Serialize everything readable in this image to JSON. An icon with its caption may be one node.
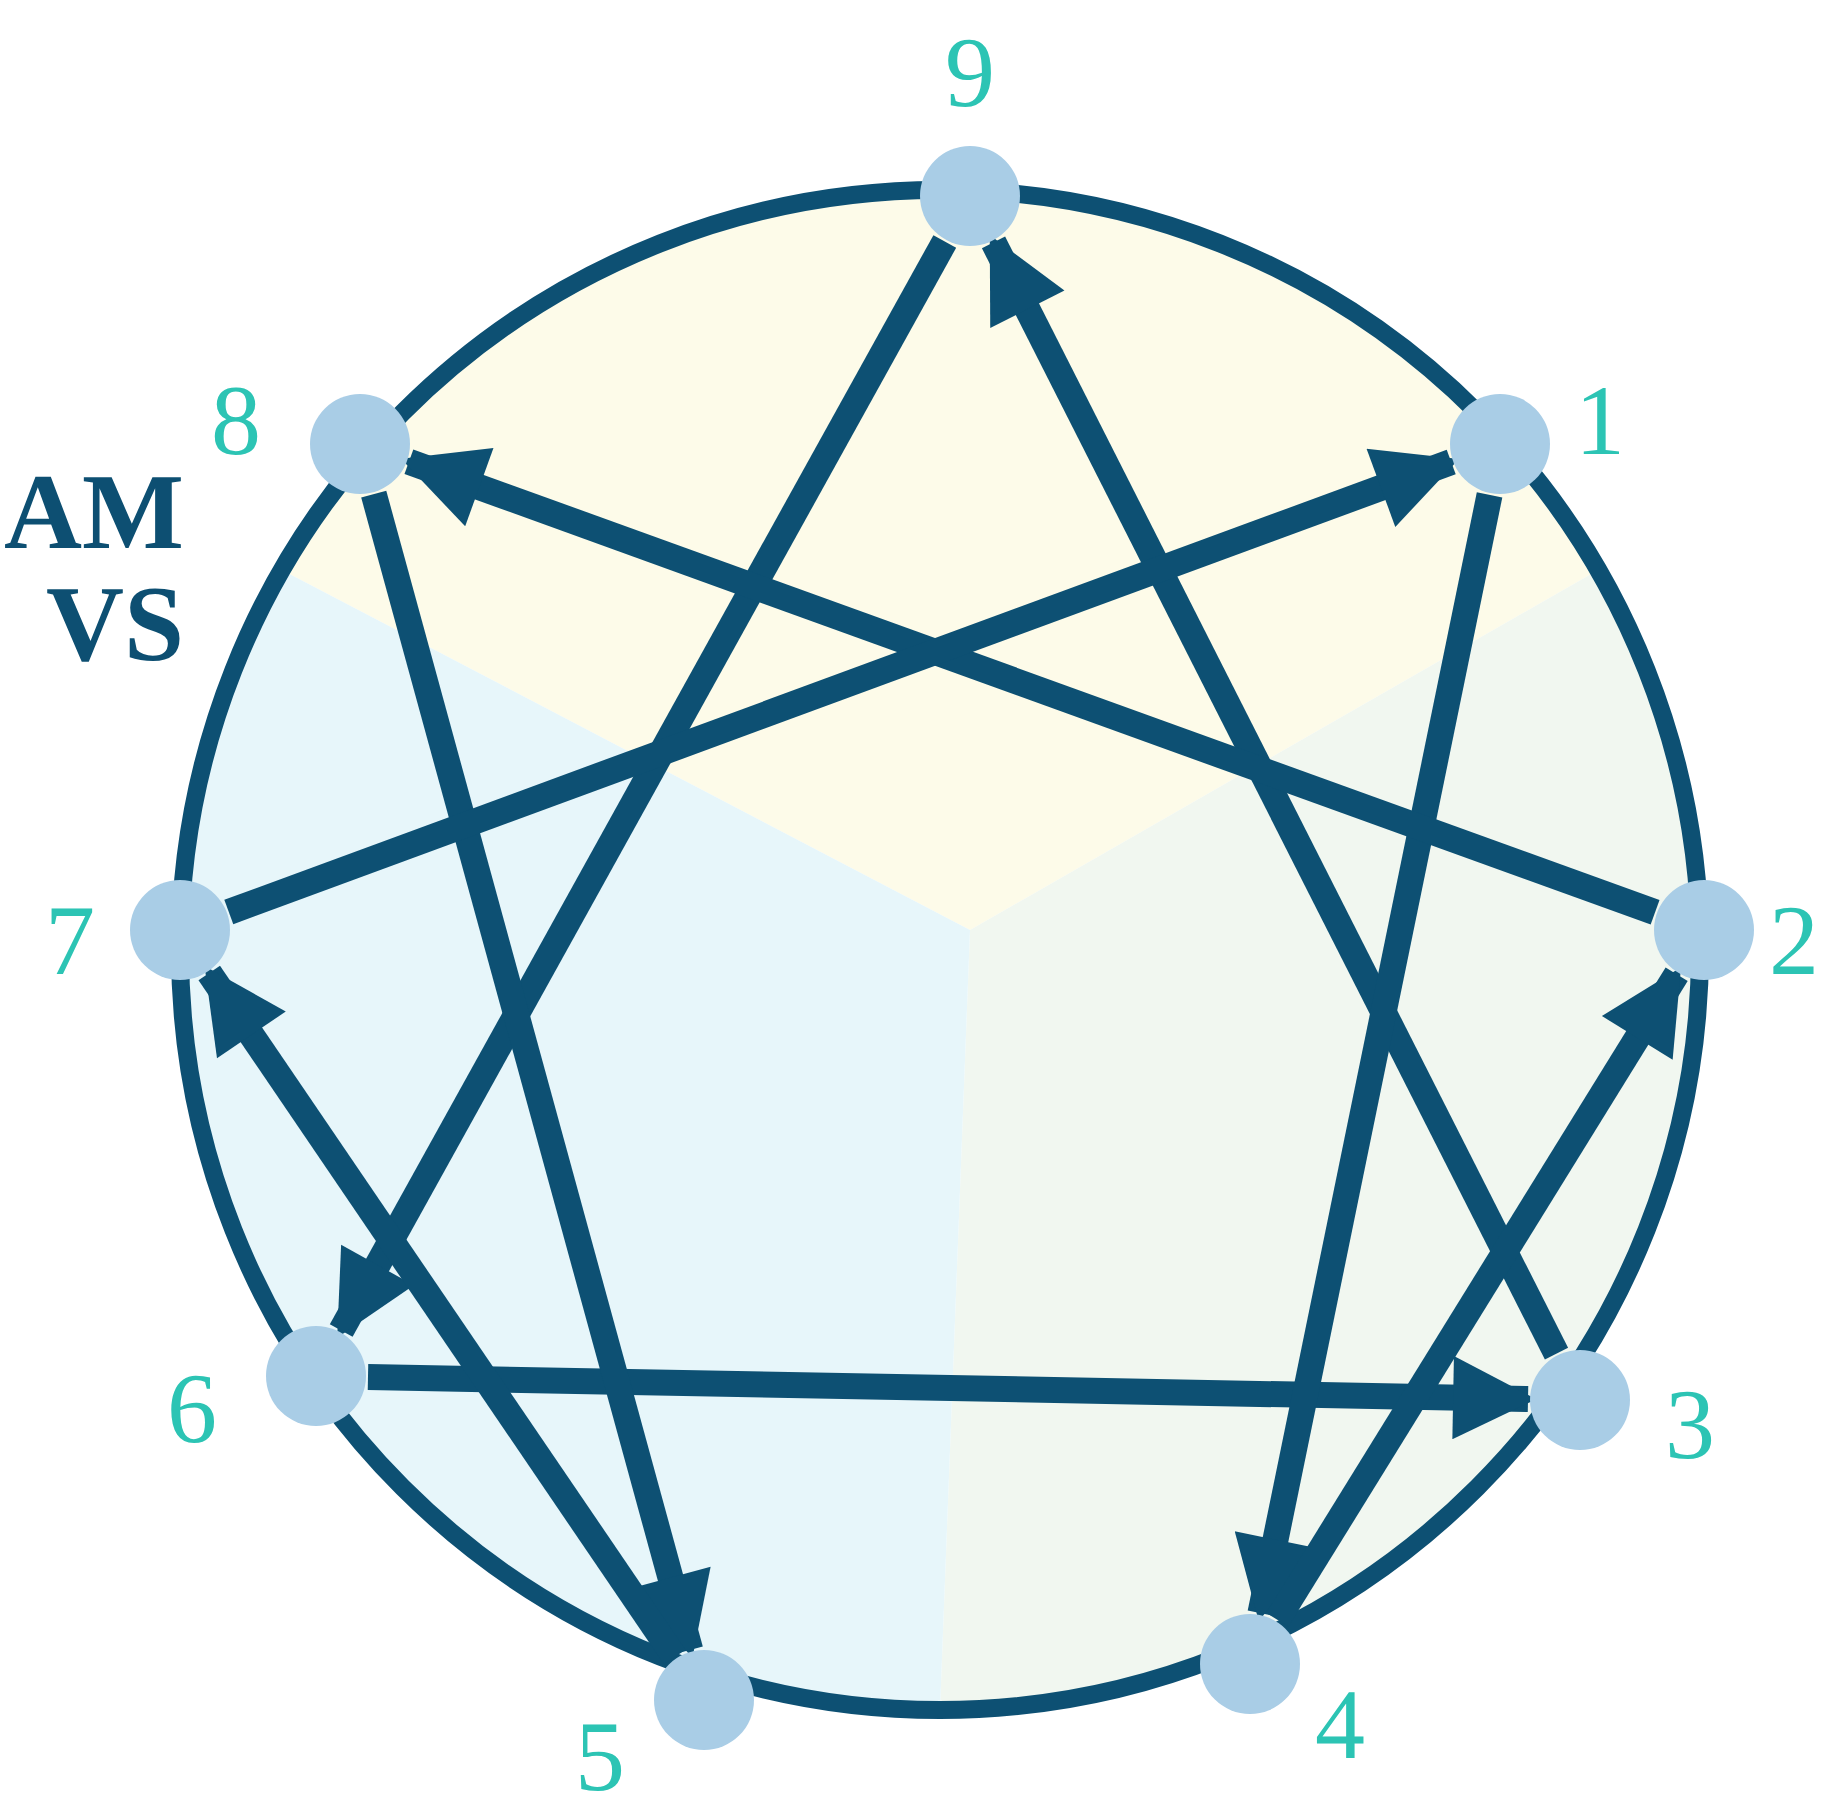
{
  "diagram": {
    "nodes": [
      {
        "text": [
          "9"
        ]
      },
      {
        "text": [
          "1"
        ]
      },
      {
        "text": [
          "2"
        ]
      },
      {
        "text": [
          "3"
        ]
      },
      {
        "text": [
          "4"
        ]
      },
      {
        "text": [
          "5"
        ]
      },
      {
        "text": [
          "6"
        ]
      },
      {
        "text": [
          "7"
        ]
      },
      {
        "text": [
          "8"
        ]
      }
    ],
    "edges": [
      {
        "from": 0,
        "to": 6,
        "arrow": "to"
      },
      {
        "from": 6,
        "to": 3,
        "arrow": "to"
      },
      {
        "from": 3,
        "to": 0,
        "arrow": "to"
      },
      {
        "from": 1,
        "to": 4,
        "arrow": "to"
      },
      {
        "from": 4,
        "to": 2,
        "arrow": "to"
      },
      {
        "from": 2,
        "to": 8,
        "arrow": "to"
      },
      {
        "from": 8,
        "to": 5,
        "arrow": "to"
      },
      {
        "from": 5,
        "to": 7,
        "arrow": "to"
      },
      {
        "from": 7,
        "to": 1,
        "arrow": "to"
      }
    ],
    "labels": [
      "AM",
      "VS"
    ]
  }
}
